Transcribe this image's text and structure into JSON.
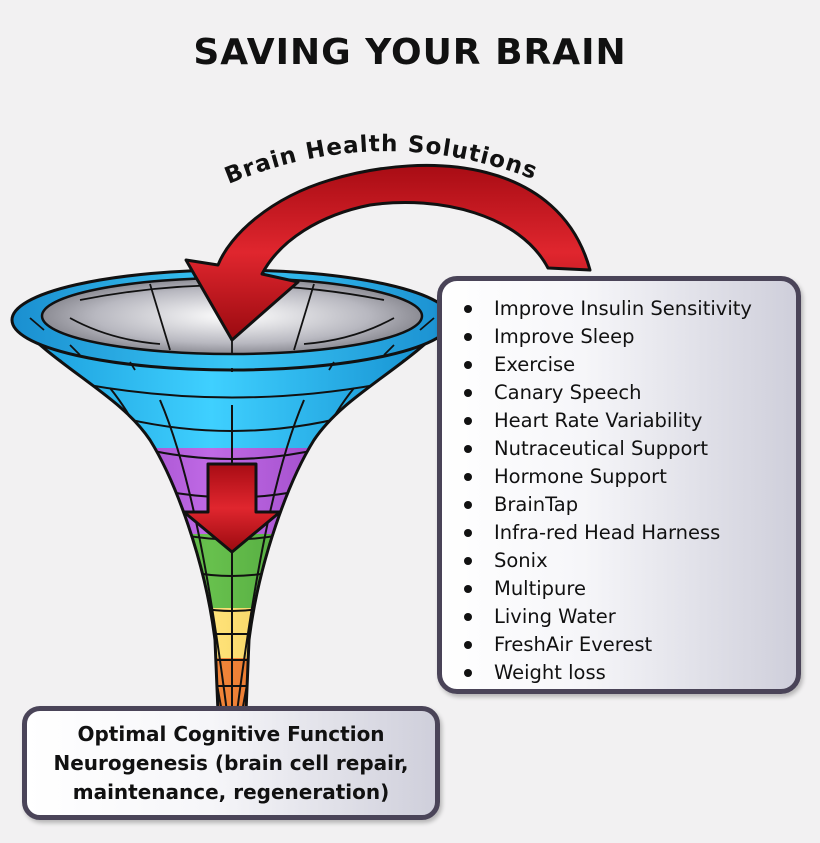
{
  "title": "SAVING YOUR BRAIN",
  "arc_label": "Brain Health Solutions",
  "solutions": [
    "Improve Insulin Sensitivity",
    "Improve Sleep",
    "Exercise",
    "Canary Speech",
    "Heart Rate Variability",
    "Nutraceutical Support",
    "Hormone Support",
    "BrainTap",
    "Infra-red Head Harness",
    "Sonix",
    "Multipure",
    "Living Water",
    "FreshAir Everest",
    "Weight loss"
  ],
  "outcome": {
    "line1": "Optimal Cognitive Function",
    "line2": "Neurogenesis (brain cell repair,",
    "line3": "maintenance, regeneration)"
  },
  "colors": {
    "funnel_rim": "#1fa8e6",
    "funnel_band_blue": "#19b3ee",
    "funnel_band_purple": "#9b3fc3",
    "funnel_band_green": "#3c9a35",
    "funnel_band_yellow": "#f0c23c",
    "funnel_band_orange": "#e0631f",
    "arrow_red": "#c8141c",
    "box_border": "#4a4458"
  }
}
